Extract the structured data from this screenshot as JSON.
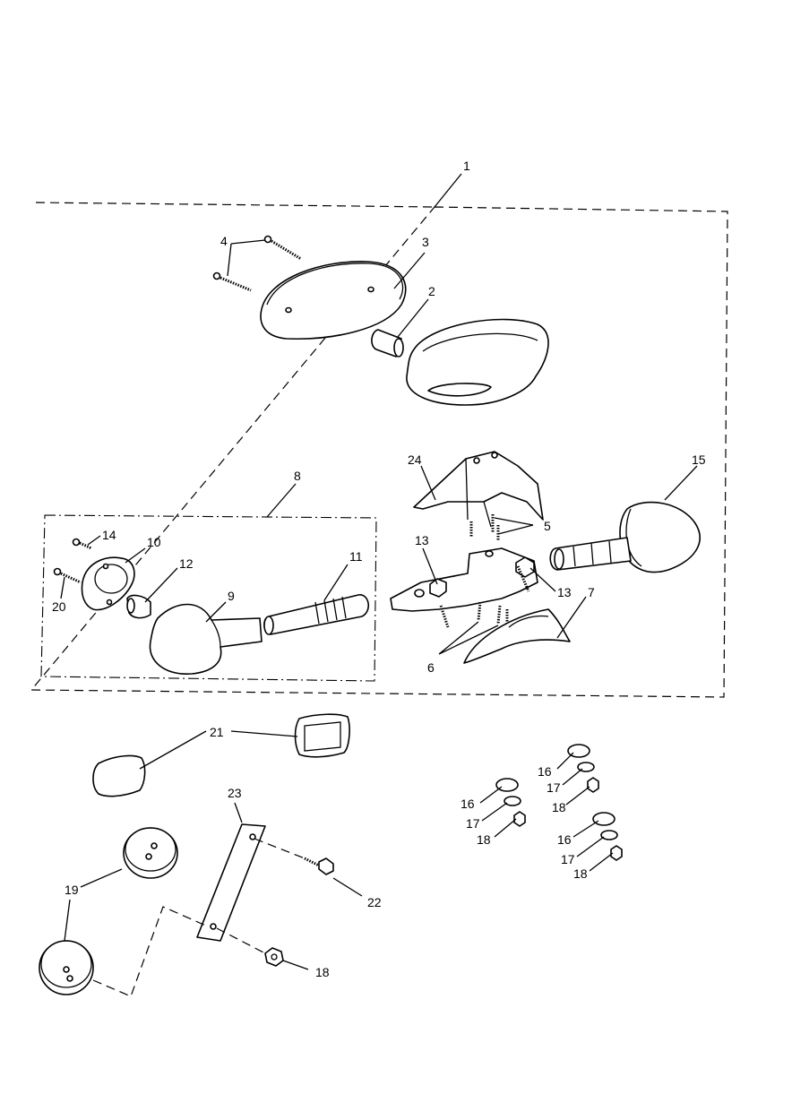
{
  "diagram": {
    "labels": {
      "l1": "1",
      "l2": "2",
      "l3": "3",
      "l4": "4",
      "l5": "5",
      "l6": "6",
      "l7": "7",
      "l8": "8",
      "l9": "9",
      "l10": "10",
      "l11": "11",
      "l12": "12",
      "l13a": "13",
      "l13b": "13",
      "l14": "14",
      "l15": "15",
      "l16a": "16",
      "l16b": "16",
      "l16c": "16",
      "l17a": "17",
      "l17b": "17",
      "l17c": "17",
      "l18a": "18",
      "l18b": "18",
      "l18c": "18",
      "l18d": "18",
      "l19": "19",
      "l20": "20",
      "l21": "21",
      "l22": "22",
      "l23": "23",
      "l24": "24"
    }
  }
}
